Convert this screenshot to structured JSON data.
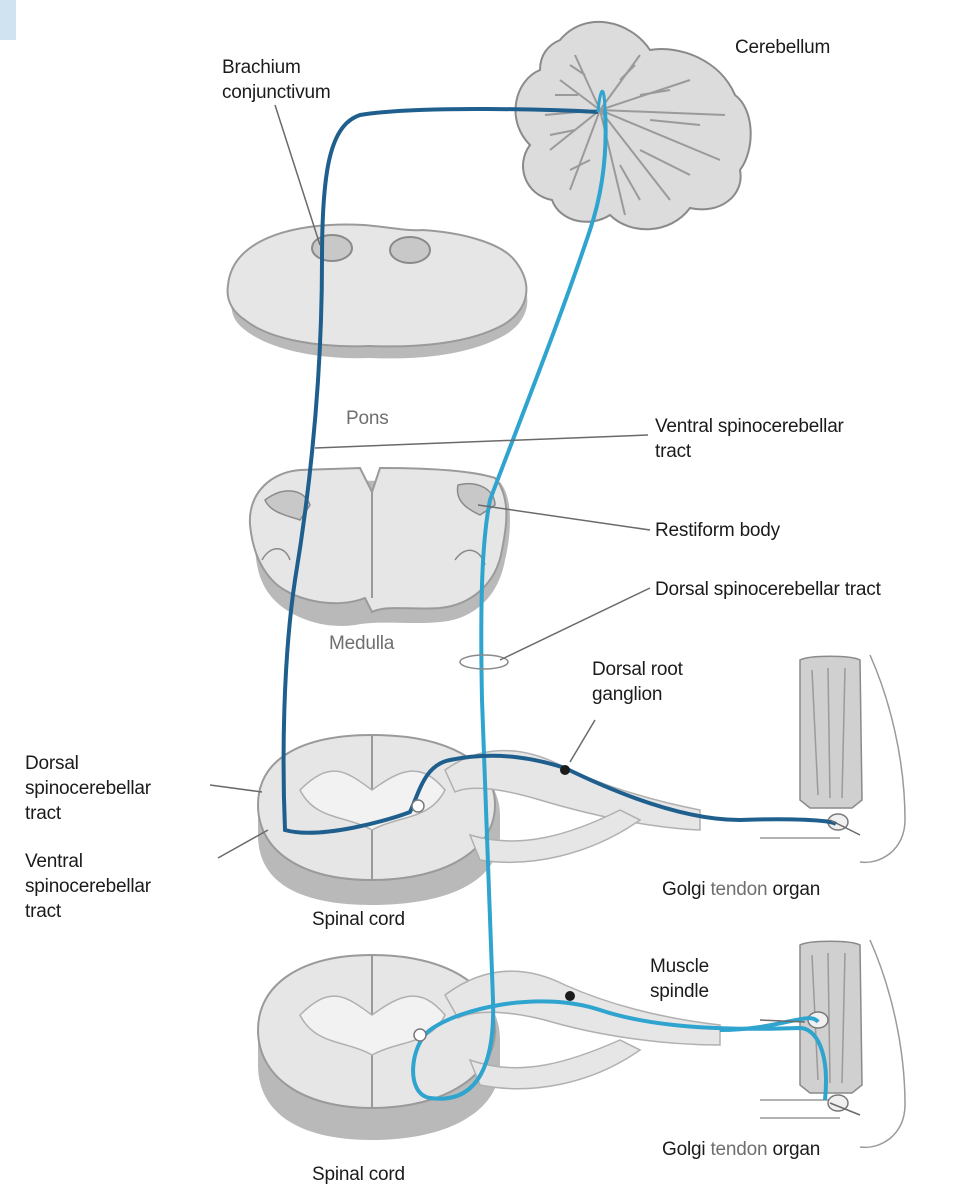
{
  "labels": {
    "cerebellum": "Cerebellum",
    "brachium": [
      "Brachium",
      "conjunctivum"
    ],
    "pons": "Pons",
    "ventral_tract_top": [
      "Ventral spinocerebellar",
      "tract"
    ],
    "restiform": "Restiform body",
    "dorsal_tract_right": "Dorsal spinocerebellar tract",
    "medulla": "Medulla",
    "drg": [
      "Dorsal root",
      "ganglion"
    ],
    "dorsal_tract_left": [
      "Dorsal",
      "spinocerebellar",
      "tract"
    ],
    "ventral_tract_left": [
      "Ventral",
      "spinocerebellar",
      "tract"
    ],
    "spinal_cord_1": "Spinal cord",
    "gto_1": {
      "a": "Golgi",
      "b": "tendon",
      "c": "organ"
    },
    "muscle_spindle": [
      "Muscle",
      "spindle"
    ],
    "gto_2": {
      "a": "Golgi",
      "b": "tendon",
      "c": "organ"
    },
    "spinal_cord_2": "Spinal cord"
  },
  "colors": {
    "dark_tract": "#1f5f8e",
    "light_tract": "#2fa4cf",
    "tissue": "#e9e9e9",
    "tissue_shadow": "#b9b9b9",
    "outline": "#8a8a8a"
  }
}
